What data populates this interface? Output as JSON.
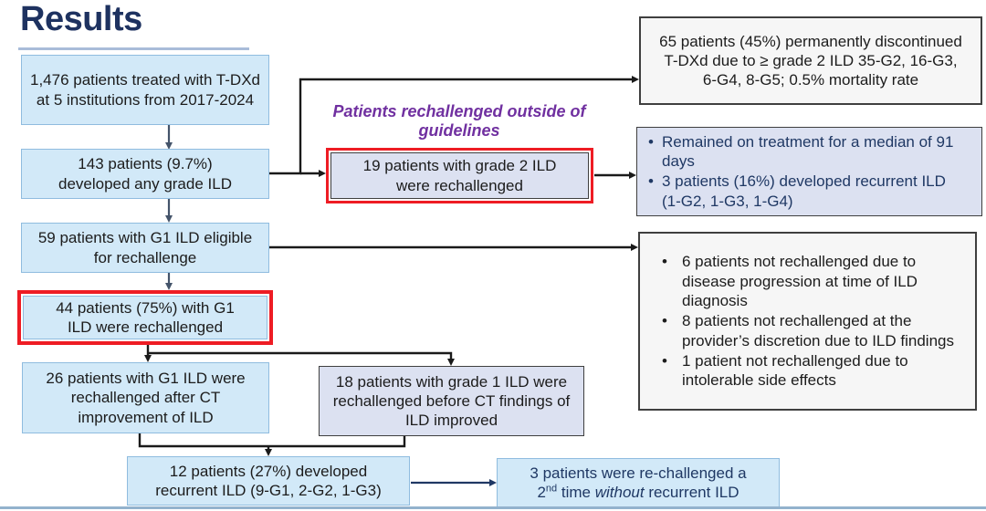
{
  "title": "Results",
  "flow": {
    "treated": "1,476 patients treated with T-DXd at 5 institutions from 2017-2024",
    "developed": "143 patients (9.7%) developed any grade ILD",
    "eligible": "59 patients with G1 ILD eligible for rechallenge",
    "rechallenged_g1": "44 patients (75%) with G1 ILD were rechallenged",
    "rechallenged_after_ct": "26 patients with G1 ILD were rechallenged after CT improvement of ILD",
    "rechallenged_before_ct": "18 patients with grade 1 ILD were rechallenged before CT findings of ILD improved",
    "recurrent": "12 patients (27%) developed recurrent ILD (9-G1, 2-G2, 1-G3)",
    "outside_guidelines_label": "Patients rechallenged outside of guidelines",
    "grade2_rechallenged": "19 patients with grade 2 ILD were rechallenged",
    "second_rechallenge": {
      "line1": "3 patients were re-challenged a",
      "num": "2",
      "sup": "nd",
      "mid": " time ",
      "italic": "without",
      "end": " recurrent ILD"
    }
  },
  "right": {
    "discontinued": "65 patients (45%) permanently discontinued T-DXd due to ≥ grade 2 ILD 35-G2, 16-G3, 6-G4, 8-G5; 0.5% mortality rate",
    "grade2_outcomes": {
      "bullets": [
        "Remained on treatment for a median of 91 days",
        "3 patients (16%) developed recurrent ILD (1-G2, 1-G3, 1-G4)"
      ]
    },
    "not_rechallenged": {
      "bullets": [
        "6 patients not rechallenged due to disease progression at time of ILD diagnosis",
        "8 patients not rechallenged at the provider’s discretion due to ILD findings",
        "1 patient not rechallenged due to intolerable side effects"
      ]
    }
  },
  "colors": {
    "title_navy": "#1e3260",
    "navy_text": "#1f3864",
    "purple": "#7030a0",
    "highlight_red": "#ee1c24",
    "light_blue_fill": "#d2e9f8",
    "lavender_fill": "#dce1f1",
    "white_box_fill": "#f6f6f6",
    "connector_slate": "#44546a",
    "connector_black": "#1a1a1a"
  }
}
